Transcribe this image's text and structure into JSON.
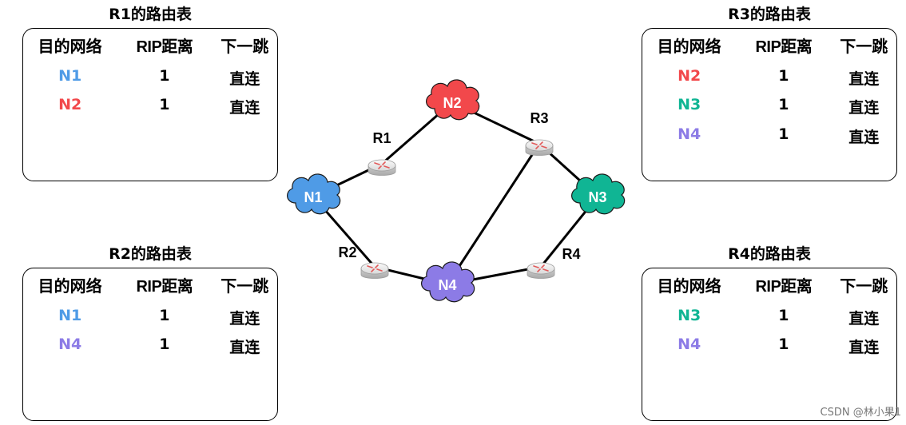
{
  "tables": [
    {
      "title": "R1的路由表",
      "rows": [
        {
          "net": "N1",
          "dist": "1",
          "next": "直连"
        },
        {
          "net": "N2",
          "dist": "1",
          "next": "直连"
        }
      ]
    },
    {
      "title": "R2的路由表",
      "rows": [
        {
          "net": "N1",
          "dist": "1",
          "next": "直连"
        },
        {
          "net": "N4",
          "dist": "1",
          "next": "直连"
        }
      ]
    },
    {
      "title": "R3的路由表",
      "rows": [
        {
          "net": "N2",
          "dist": "1",
          "next": "直连"
        },
        {
          "net": "N3",
          "dist": "1",
          "next": "直连"
        },
        {
          "net": "N4",
          "dist": "1",
          "next": "直连"
        }
      ]
    },
    {
      "title": "R4的路由表",
      "rows": [
        {
          "net": "N3",
          "dist": "1",
          "next": "直连"
        },
        {
          "net": "N4",
          "dist": "1",
          "next": "直连"
        }
      ]
    }
  ],
  "headers": {
    "net": "目的网络",
    "dist": "RIP距离",
    "next": "下一跳"
  },
  "network_colors": {
    "N1": "#4f9be6",
    "N2": "#f2484b",
    "N3": "#10b594",
    "N4": "#8c7be6"
  },
  "nodes": {
    "N1": {
      "label": "N1",
      "type": "network-cloud"
    },
    "N2": {
      "label": "N2",
      "type": "network-cloud"
    },
    "N3": {
      "label": "N3",
      "type": "network-cloud"
    },
    "N4": {
      "label": "N4",
      "type": "network-cloud"
    },
    "R1": {
      "label": "R1",
      "type": "router"
    },
    "R2": {
      "label": "R2",
      "type": "router"
    },
    "R3": {
      "label": "R3",
      "type": "router"
    },
    "R4": {
      "label": "R4",
      "type": "router"
    }
  },
  "links": [
    [
      "N1",
      "R1"
    ],
    [
      "R1",
      "N2"
    ],
    [
      "N2",
      "R3"
    ],
    [
      "R3",
      "N3"
    ],
    [
      "R3",
      "N4"
    ],
    [
      "N3",
      "R4"
    ],
    [
      "R4",
      "N4"
    ],
    [
      "N1",
      "R2"
    ],
    [
      "R2",
      "N4"
    ]
  ],
  "watermark": "CSDN @林小果1"
}
